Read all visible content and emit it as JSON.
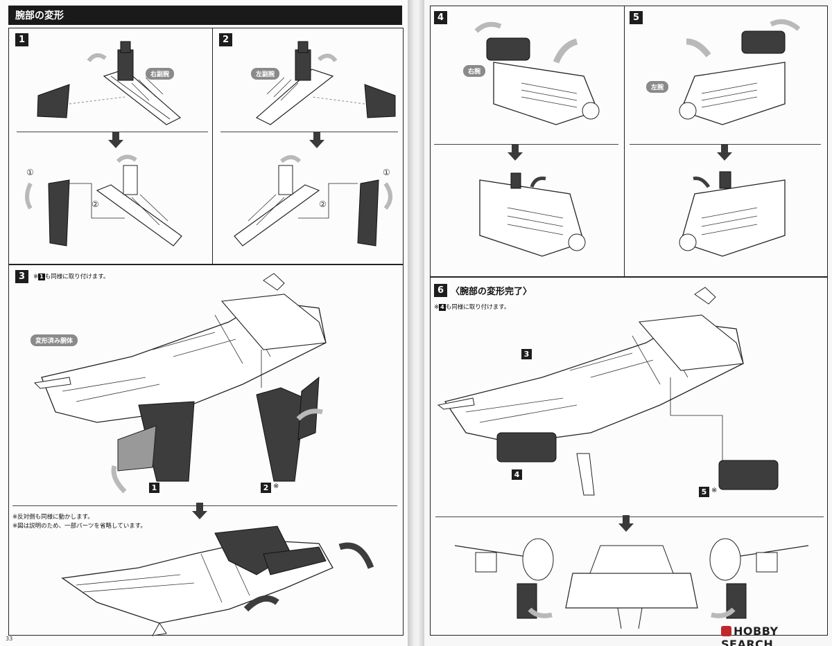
{
  "section_title": "腕部の変形",
  "steps": {
    "s1": {
      "number": "1",
      "label": "右副腕"
    },
    "s2": {
      "number": "2",
      "label": "左副腕"
    },
    "s3": {
      "number": "3",
      "note_prefix": "※",
      "note_ref": "1",
      "note_suffix": "も同様に取り付けます。",
      "label": "変形済み胴体",
      "callout_a": "1",
      "callout_b": "2",
      "callout_b_mark": "※",
      "footnote_1": "※反対側も同様に動かします。",
      "footnote_2": "※図は説明のため、一部パーツを省略しています。"
    },
    "s4": {
      "number": "4",
      "label": "右腕"
    },
    "s5": {
      "number": "5",
      "label": "左腕"
    },
    "s6": {
      "number": "6",
      "heading": "〈腕部の変形完了〉",
      "note_prefix": "※",
      "note_ref": "4",
      "note_suffix": "も同様に取り付けます。",
      "callout_3": "3",
      "callout_4": "4",
      "callout_5": "5",
      "callout_5_mark": "※"
    }
  },
  "circled_numbers": {
    "one": "①",
    "two": "②"
  },
  "page_number_left": "33",
  "watermark": "HOBBY SEARCH",
  "colors": {
    "dark_part": "#3d3d3d",
    "light_part": "#ffffff",
    "arrow_gray": "#b9b9b9",
    "title_bg": "#1a1a1a"
  }
}
